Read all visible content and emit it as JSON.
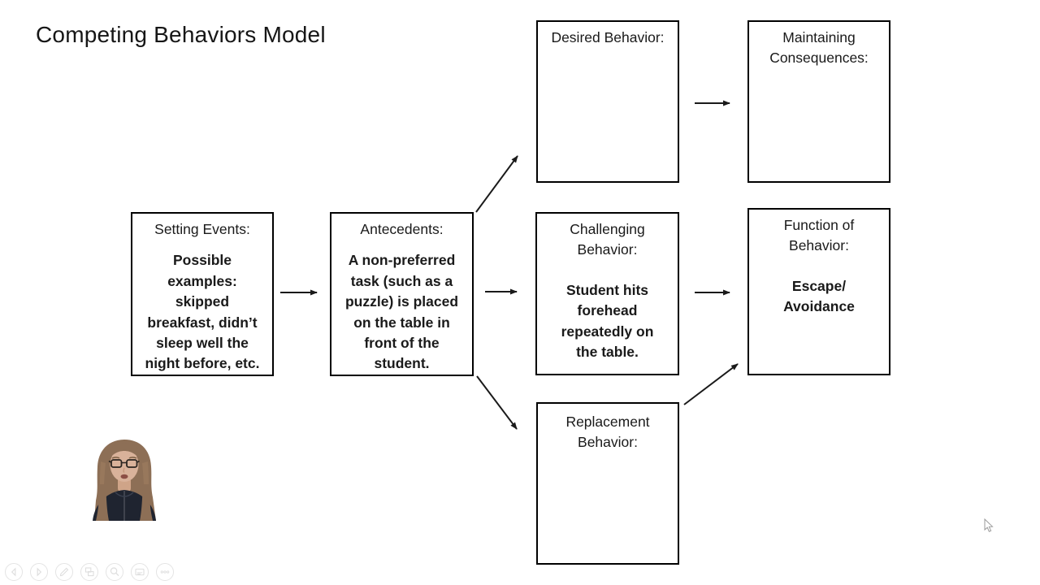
{
  "slide": {
    "title": "Competing Behaviors Model",
    "boxes": {
      "desired": {
        "header": "Desired Behavior:",
        "body": ""
      },
      "maintaining": {
        "header": "Maintaining\nConsequences:",
        "body": ""
      },
      "setting": {
        "header": "Setting Events:",
        "body": "Possible\nexamples:\nskipped\nbreakfast, didn’t\nsleep well the\nnight before, etc."
      },
      "antecedents": {
        "header": "Antecedents:",
        "body": "A non-preferred\ntask (such as a\npuzzle) is placed\non the table in\nfront of the\nstudent."
      },
      "challenging": {
        "header": "Challenging\nBehavior:",
        "body": "Student hits\nforehead\nrepeatedly on\nthe table."
      },
      "function": {
        "header": "Function of\nBehavior:",
        "body": "Escape/\nAvoidance"
      },
      "replacement": {
        "header": "Replacement\nBehavior:",
        "body": ""
      }
    }
  },
  "toolbar": {
    "icons": [
      "previous-slide-icon",
      "next-slide-icon",
      "pen-icon",
      "see-all-slides-icon",
      "zoom-icon",
      "captions-icon",
      "more-options-icon"
    ]
  },
  "colors": {
    "background": "#ffffff",
    "box_border": "#000000",
    "text": "#1a1a1a",
    "toolbar_icon": "#e0e0e0"
  }
}
